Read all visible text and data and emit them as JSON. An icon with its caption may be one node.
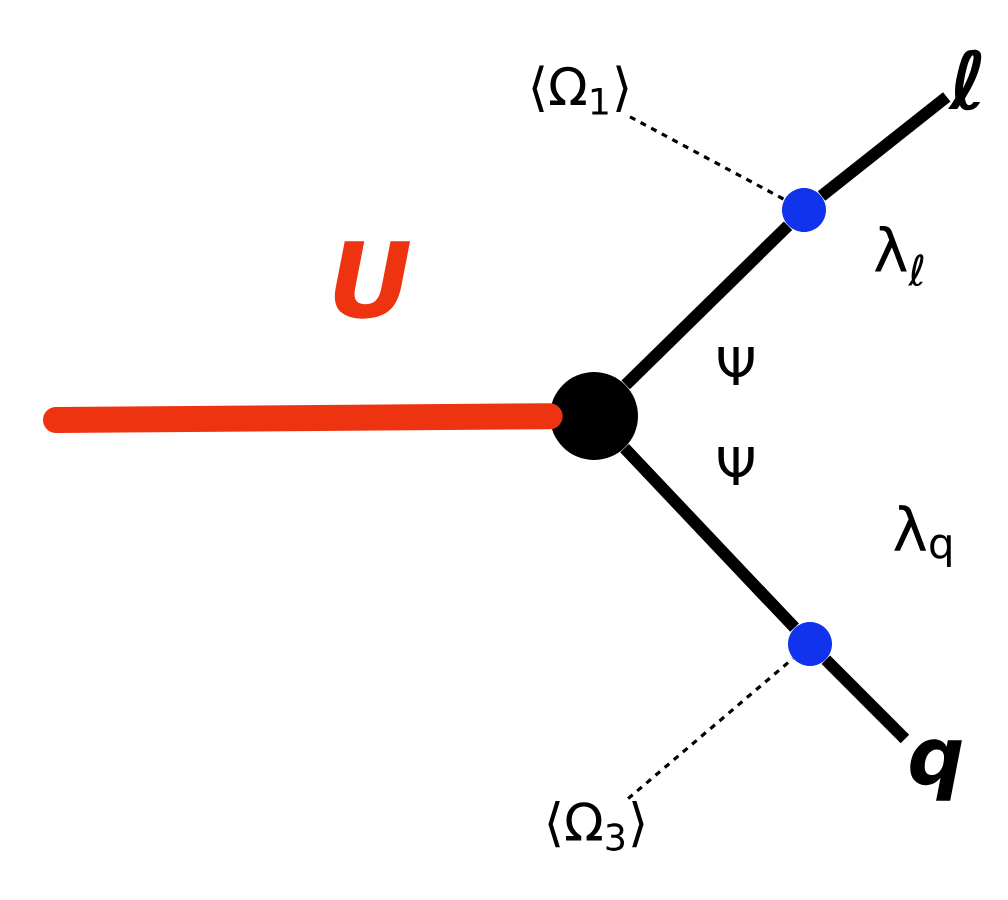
{
  "diagram": {
    "nodes": [
      {
        "text": [],
        "shape": "circle"
      },
      {
        "text": [],
        "shape": "circle"
      },
      {
        "text": [],
        "shape": "circle"
      },
      {
        "text": [
          "ℓ"
        ]
      },
      {
        "text": [
          "q"
        ]
      },
      {
        "text": [
          "⟨Ω$_{1}$⟩"
        ]
      },
      {
        "text": [
          "⟨Ω$_{3}$⟩"
        ]
      }
    ],
    "edges": [
      {
        "from": null,
        "to": 0,
        "arrow": "none",
        "label": "U",
        "style": "thick",
        "color": "#ee3311"
      },
      {
        "from": 0,
        "to": 1,
        "arrow": "none"
      },
      {
        "from": 1,
        "to": 3,
        "arrow": "none"
      },
      {
        "from": 0,
        "to": 2,
        "arrow": "none"
      },
      {
        "from": 2,
        "to": 4,
        "arrow": "none"
      },
      {
        "from": 5,
        "to": 1,
        "arrow": "none",
        "style": "dashed"
      },
      {
        "from": 6,
        "to": 2,
        "arrow": "none",
        "style": "dashed"
      }
    ],
    "labels": [
      "λ$_{ℓ}$",
      "Ψ",
      "Ψ",
      "λ$_{q}$"
    ]
  }
}
